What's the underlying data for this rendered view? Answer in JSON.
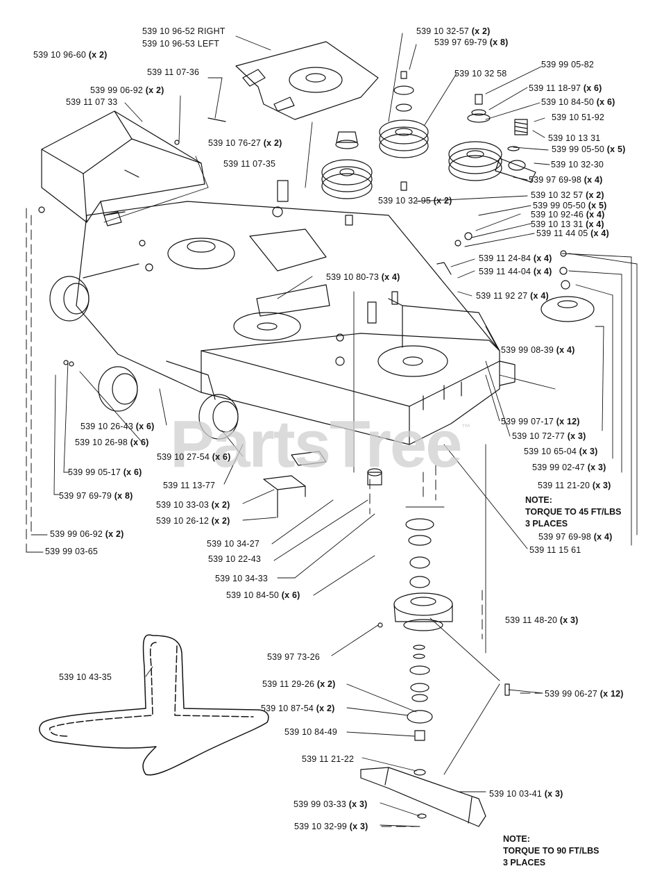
{
  "watermark": {
    "text": "PartsTree",
    "mark": "™"
  },
  "labels": [
    {
      "part": "539 10 96-52 RIGHT",
      "qty": ""
    },
    {
      "part": "539 10 96-53 LEFT",
      "qty": ""
    },
    {
      "part": "539 10 96-60",
      "qty": "(x 2)"
    },
    {
      "part": "539 11 07-36",
      "qty": ""
    },
    {
      "part": "539 99 06-92",
      "qty": "(x 2)"
    },
    {
      "part": "539 11 07 33",
      "qty": ""
    },
    {
      "part": "539 10 76-27",
      "qty": "(x 2)"
    },
    {
      "part": "539 11 07-35",
      "qty": ""
    },
    {
      "part": "539 10 32-57",
      "qty": "(x 2)"
    },
    {
      "part": "539 97 69-79",
      "qty": "(x 8)"
    },
    {
      "part": "539 10 32 58",
      "qty": ""
    },
    {
      "part": "539 99 05-82",
      "qty": ""
    },
    {
      "part": "539 11 18-97",
      "qty": "(x 6)"
    },
    {
      "part": "539 10 84-50",
      "qty": "(x 6)"
    },
    {
      "part": "539 10 51-92",
      "qty": ""
    },
    {
      "part": "539 10 13 31",
      "qty": ""
    },
    {
      "part": "539 99 05-50",
      "qty": "(x 5)"
    },
    {
      "part": "539 10 32-30",
      "qty": ""
    },
    {
      "part": "539 97 69-98",
      "qty": "(x 4)"
    },
    {
      "part": "539 10 32-95",
      "qty": "(x 2)"
    },
    {
      "part": "539 10 32 57",
      "qty": "(x 2)"
    },
    {
      "part": "539 99 05-50",
      "qty": "(x 5)"
    },
    {
      "part": "539 10 92-46",
      "qty": "(x 4)"
    },
    {
      "part": "539 10 13 31",
      "qty": "(x 4)"
    },
    {
      "part": "539 11 44 05",
      "qty": "(x 4)"
    },
    {
      "part": "539 11 24-84",
      "qty": "(x 4)"
    },
    {
      "part": "539 11 44-04",
      "qty": "(x 4)"
    },
    {
      "part": "539 10 80-73",
      "qty": "(x 4)"
    },
    {
      "part": "539 11 92 27",
      "qty": "(x 4)"
    },
    {
      "part": "539 99 08-39",
      "qty": "(x 4)"
    },
    {
      "part": "539 10 26-43",
      "qty": "(x 6)"
    },
    {
      "part": "539 10 26-98",
      "qty": "(x 6)"
    },
    {
      "part": "539 10 27-54",
      "qty": "(x 6)"
    },
    {
      "part": "539 99 05-17",
      "qty": "(x 6)"
    },
    {
      "part": "539 11 13-77",
      "qty": ""
    },
    {
      "part": "539 97 69-79",
      "qty": "(x 8)"
    },
    {
      "part": "539 10 33-03",
      "qty": "(x 2)"
    },
    {
      "part": "539 10 26-12",
      "qty": "(x 2)"
    },
    {
      "part": "539 99 06-92",
      "qty": "(x 2)"
    },
    {
      "part": "539 99 03-65",
      "qty": ""
    },
    {
      "part": "539 10 34-27",
      "qty": ""
    },
    {
      "part": "539 10 22-43",
      "qty": ""
    },
    {
      "part": "539 10 34-33",
      "qty": ""
    },
    {
      "part": "539 10 84-50",
      "qty": "(x 6)"
    },
    {
      "part": "539 99 07-17",
      "qty": "(x 12)"
    },
    {
      "part": "539 10 72-77",
      "qty": "(x 3)"
    },
    {
      "part": "539 10 65-04",
      "qty": "(x 3)"
    },
    {
      "part": "539 99 02-47",
      "qty": "(x 3)"
    },
    {
      "part": "539 11 21-20",
      "qty": "(x 3)"
    },
    {
      "part": "539 97 69-98",
      "qty": "(x 4)"
    },
    {
      "part": "539 11 15 61",
      "qty": ""
    },
    {
      "part": "539 11 48-20",
      "qty": "(x 3)"
    },
    {
      "part": "539 97 73-26",
      "qty": ""
    },
    {
      "part": "539 10 43-35",
      "qty": ""
    },
    {
      "part": "539 11 29-26",
      "qty": "(x 2)"
    },
    {
      "part": "539 10 87-54",
      "qty": "(x 2)"
    },
    {
      "part": "539 10 84-49",
      "qty": ""
    },
    {
      "part": "539 99 06-27",
      "qty": "(x 12)"
    },
    {
      "part": "539 11 21-22",
      "qty": ""
    },
    {
      "part": "539 10 03-41",
      "qty": "(x 3)"
    },
    {
      "part": "539 99 03-33",
      "qty": "(x 3)"
    },
    {
      "part": "539 10 32-99",
      "qty": "(x 3)"
    }
  ],
  "notes": [
    {
      "lines": [
        "NOTE:",
        "TORQUE TO 45 FT/LBS",
        "3 PLACES"
      ]
    },
    {
      "lines": [
        "NOTE:",
        "TORQUE TO 90 FT/LBS",
        "3 PLACES"
      ]
    }
  ]
}
